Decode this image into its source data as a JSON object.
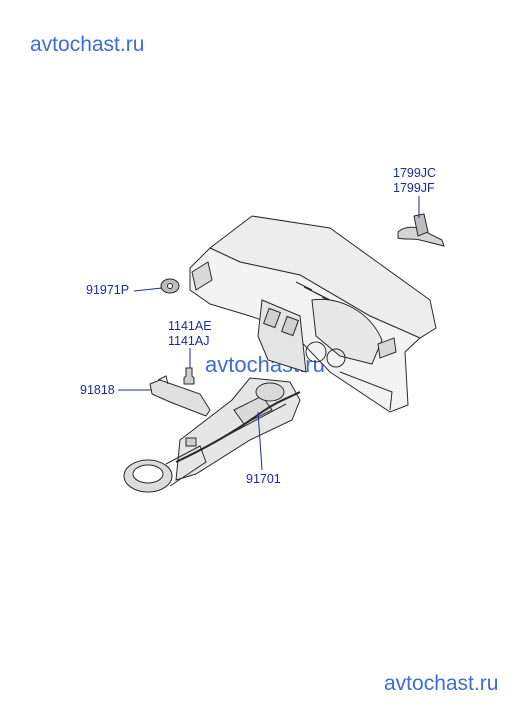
{
  "watermarks": {
    "top": "avtochast.ru",
    "middle": "avtochast.ru",
    "bottom": "avtochast.ru"
  },
  "part_labels": {
    "clip_top": "1799JC",
    "clip_bottom": "1799JF",
    "grommet": "91971P",
    "bolt_top": "1141AE",
    "bolt_bottom": "1141AJ",
    "bracket": "91818",
    "harness": "91701"
  },
  "colors": {
    "label_text": "#1c2b9c",
    "watermark": "#3b6ed8",
    "line_art": "#2a2a2a",
    "part_fill": "#d9d9d9",
    "body_fill": "#ededed"
  }
}
